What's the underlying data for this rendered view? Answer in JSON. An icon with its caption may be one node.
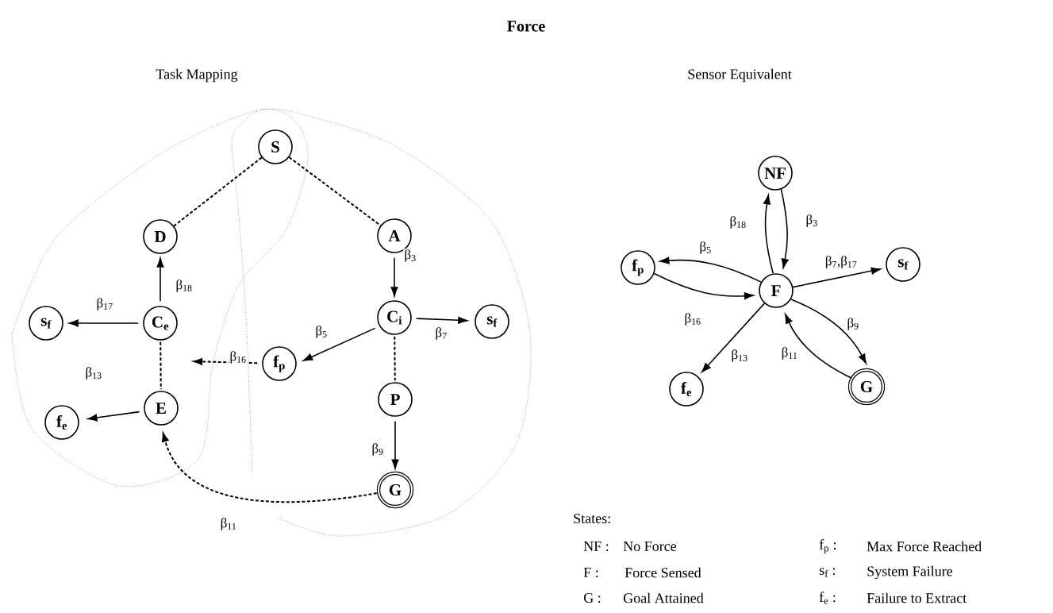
{
  "diagram": {
    "nodes": [
      {
        "text": [
          "S"
        ]
      },
      {
        "text": [
          "D"
        ]
      },
      {
        "text": [
          "A"
        ]
      },
      {
        "text": [
          "C$_{e}$"
        ]
      },
      {
        "text": [
          "s$_{f}$"
        ]
      },
      {
        "text": [
          "C$_{i}$"
        ]
      },
      {
        "text": [
          "s$_{f}$"
        ]
      },
      {
        "text": [
          "f$_{p}$"
        ]
      },
      {
        "text": [
          "E"
        ]
      },
      {
        "text": [
          "f$_{e}$"
        ]
      },
      {
        "text": [
          "P"
        ]
      },
      {
        "text": [
          "G"
        ]
      },
      {
        "text": [
          "NF"
        ]
      },
      {
        "text": [
          "F"
        ]
      },
      {
        "text": [
          "f$_{p}$"
        ]
      },
      {
        "text": [
          "s$_{f}$"
        ]
      },
      {
        "text": [
          "f$_{e}$"
        ]
      },
      {
        "text": [
          "G"
        ]
      }
    ],
    "edges": [
      {
        "from": 0,
        "to": 1,
        "arrow": "none",
        "style": "dashed"
      },
      {
        "from": 0,
        "to": 2,
        "arrow": "none",
        "style": "dashed"
      },
      {
        "from": 2,
        "to": 5,
        "arrow": "to",
        "label": "β$_{3}$"
      },
      {
        "from": 5,
        "to": 6,
        "arrow": "to",
        "label": "β$_{7}$"
      },
      {
        "from": 5,
        "to": 7,
        "arrow": "to",
        "label": "β$_{5}$"
      },
      {
        "from": 7,
        "to": null,
        "arrow": "to",
        "label": "β$_{16}$",
        "style": "dashed"
      },
      {
        "from": 5,
        "to": 10,
        "arrow": "none",
        "style": "dashed"
      },
      {
        "from": 10,
        "to": 11,
        "arrow": "to",
        "label": "β$_{9}$"
      },
      {
        "from": 11,
        "to": 8,
        "arrow": "to",
        "label": "β$_{11}$",
        "style": "dashed"
      },
      {
        "from": 3,
        "to": 1,
        "arrow": "to",
        "label": "β$_{18}$"
      },
      {
        "from": 3,
        "to": 4,
        "arrow": "to",
        "label": "β$_{17}$"
      },
      {
        "from": 3,
        "to": 8,
        "arrow": "none",
        "style": "dashed"
      },
      {
        "from": 8,
        "to": 9,
        "arrow": "to",
        "label": "β$_{13}$"
      },
      {
        "from": 13,
        "to": 12,
        "arrow": "to",
        "label": "β$_{18}$"
      },
      {
        "from": 12,
        "to": 13,
        "arrow": "to",
        "label": "β$_{3}$"
      },
      {
        "from": 13,
        "to": 14,
        "arrow": "to",
        "label": "β$_{5}$"
      },
      {
        "from": 14,
        "to": 13,
        "arrow": "to",
        "label": "β$_{16}$"
      },
      {
        "from": 13,
        "to": 15,
        "arrow": "to",
        "label": "β$_{7}$,β$_{17}$"
      },
      {
        "from": 13,
        "to": 17,
        "arrow": "to",
        "label": "β$_{9}$"
      },
      {
        "from": 17,
        "to": 13,
        "arrow": "to",
        "label": "β$_{11}$"
      },
      {
        "from": 13,
        "to": 16,
        "arrow": "to",
        "label": "β$_{13}$"
      }
    ],
    "labels": [
      "Force",
      "Task Mapping",
      "Sensor Equivalent",
      "States:",
      "NF :",
      "No Force",
      "f$_{p}$ :",
      "Max Force Reached",
      "F :",
      "Force Sensed",
      "s$_{f}$ :",
      "System Failure",
      "G :",
      "Goal Attained",
      "f$_{e}$ :",
      "Failure to Extract"
    ]
  }
}
